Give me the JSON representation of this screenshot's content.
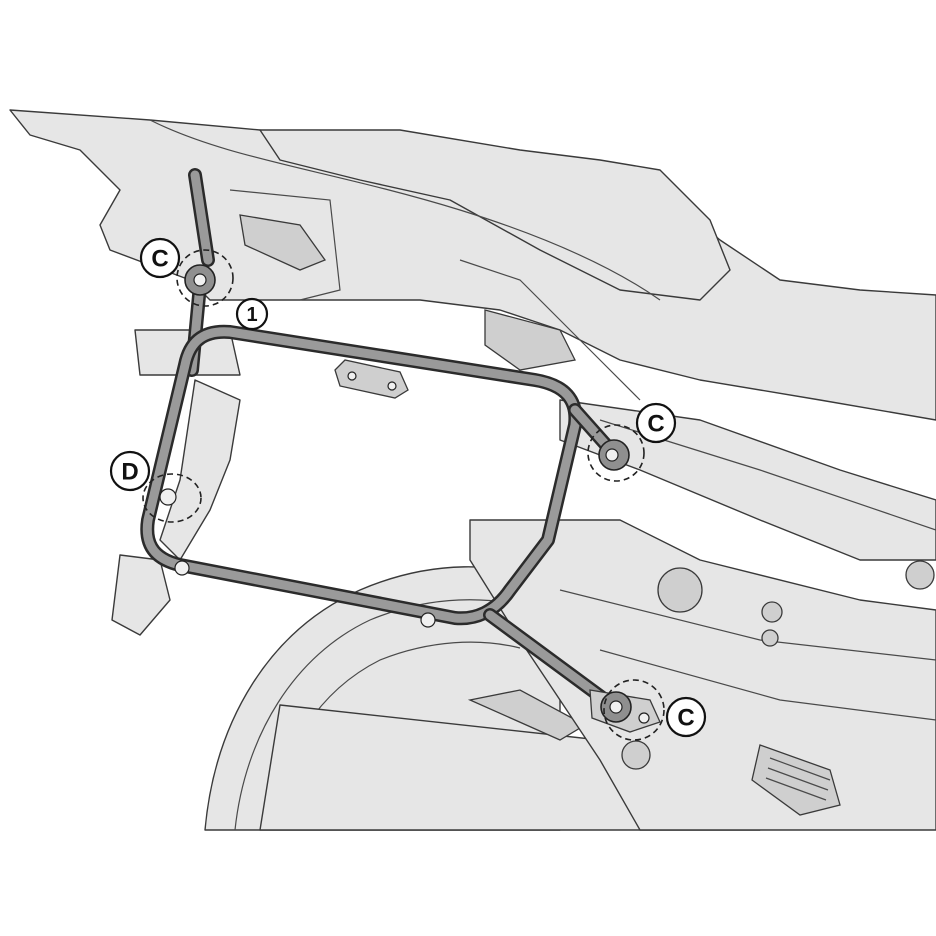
{
  "callouts": [
    {
      "id": "c-top-left",
      "label": "C"
    },
    {
      "id": "num-1",
      "label": "1"
    },
    {
      "id": "c-right",
      "label": "C"
    },
    {
      "id": "d-left",
      "label": "D"
    },
    {
      "id": "c-bottom",
      "label": "C"
    }
  ],
  "colors": {
    "bodywork": "#e6e6e6",
    "outline": "#3a3a3a",
    "rack_frame": "#9a9a9a",
    "background": "#ffffff"
  }
}
